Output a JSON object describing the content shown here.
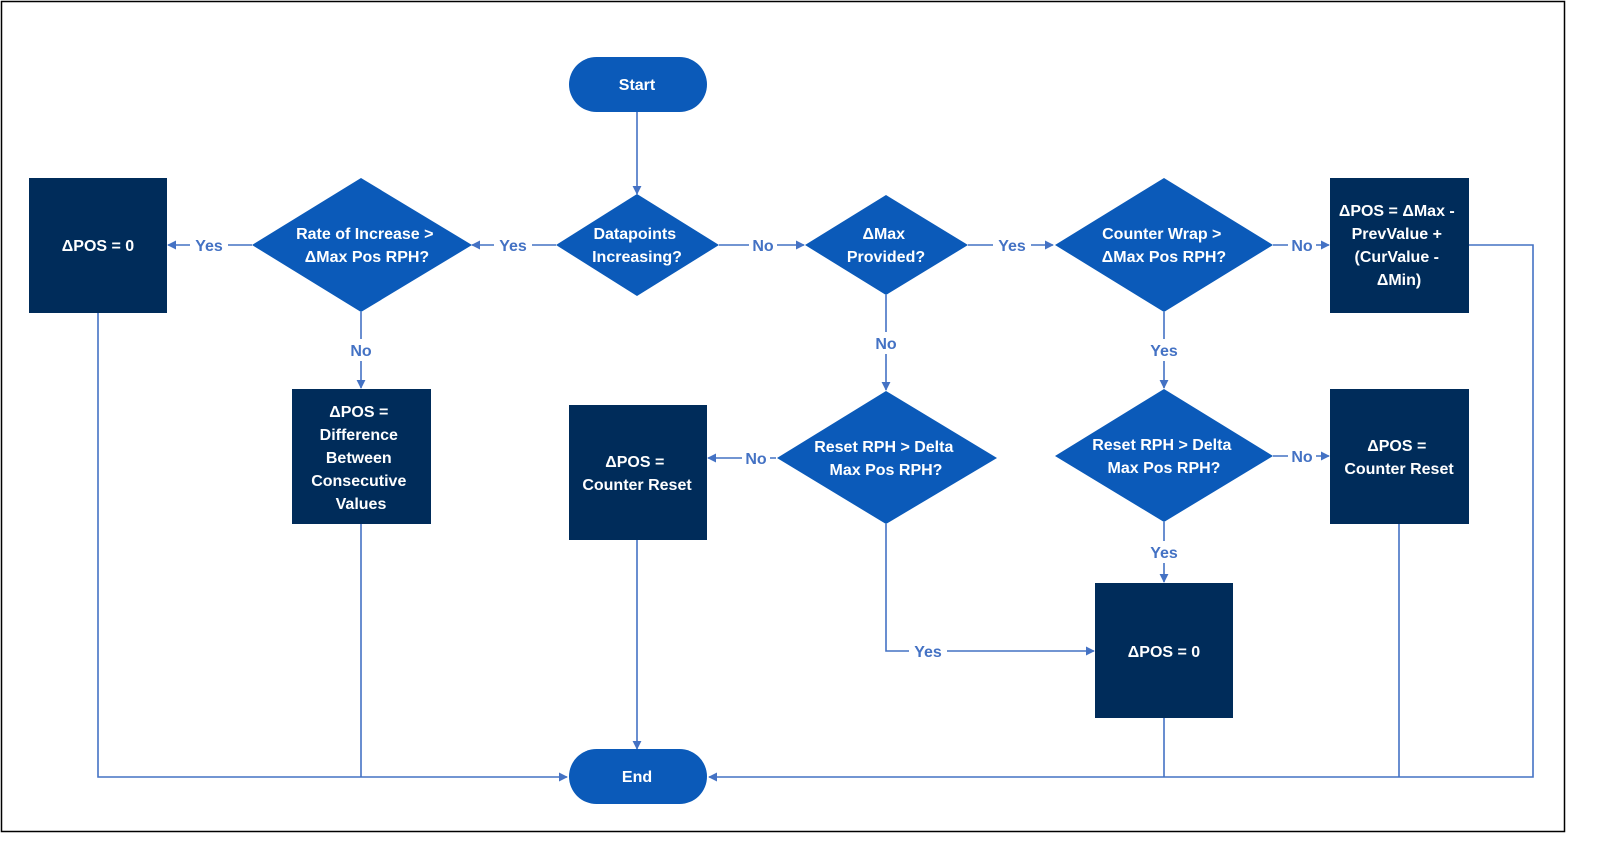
{
  "colors": {
    "terminal": "#0b5ab9",
    "decision": "#0b5ab9",
    "process": "#002c5a",
    "connector": "#4472c4",
    "label": "#4472c4",
    "frame": "#000000"
  },
  "nodes": {
    "start": {
      "lines": [
        "Start"
      ]
    },
    "datapoints_increasing": {
      "lines": [
        "Datapoints",
        "Increasing?"
      ]
    },
    "rate_of_increase": {
      "lines": [
        "Rate of Increase >",
        "ΔMax Pos RPH?"
      ]
    },
    "pos_zero_left": {
      "lines": [
        "ΔPOS = 0"
      ]
    },
    "pos_difference": {
      "lines": [
        "ΔPOS =",
        "Difference",
        "Between",
        "Consecutive",
        "Values"
      ]
    },
    "max_provided": {
      "lines": [
        "ΔMax",
        "Provided?"
      ]
    },
    "counter_wrap": {
      "lines": [
        "Counter Wrap >",
        "ΔMax Pos RPH?"
      ]
    },
    "pos_formula": {
      "lines": [
        "ΔPOS = ΔMax -",
        "PrevValue +",
        "(CurValue -",
        "ΔMin)"
      ]
    },
    "reset_mid": {
      "lines": [
        "Reset RPH > Delta",
        "Max Pos RPH?"
      ]
    },
    "pos_counter_reset_mid": {
      "lines": [
        "ΔPOS =",
        "Counter Reset"
      ]
    },
    "reset_right": {
      "lines": [
        "Reset RPH > Delta",
        "Max Pos RPH?"
      ]
    },
    "pos_counter_reset_right": {
      "lines": [
        "ΔPOS =",
        "Counter Reset"
      ]
    },
    "pos_zero_bottom": {
      "lines": [
        "ΔPOS = 0"
      ]
    },
    "end": {
      "lines": [
        "End"
      ]
    }
  },
  "edge_labels": {
    "yes_rate_to_zero": "Yes",
    "yes_datapoints_to_rate": "Yes",
    "no_datapoints_to_max": "No",
    "yes_max_to_wrap": "Yes",
    "no_wrap_to_formula": "No",
    "no_rate_to_difference": "No",
    "no_max_to_reset": "No",
    "yes_wrap_to_reset": "Yes",
    "no_reset_mid_to_counter": "No",
    "no_reset_right_to_counter": "No",
    "yes_reset_right_to_zero": "Yes",
    "yes_reset_mid_to_zero": "Yes"
  }
}
